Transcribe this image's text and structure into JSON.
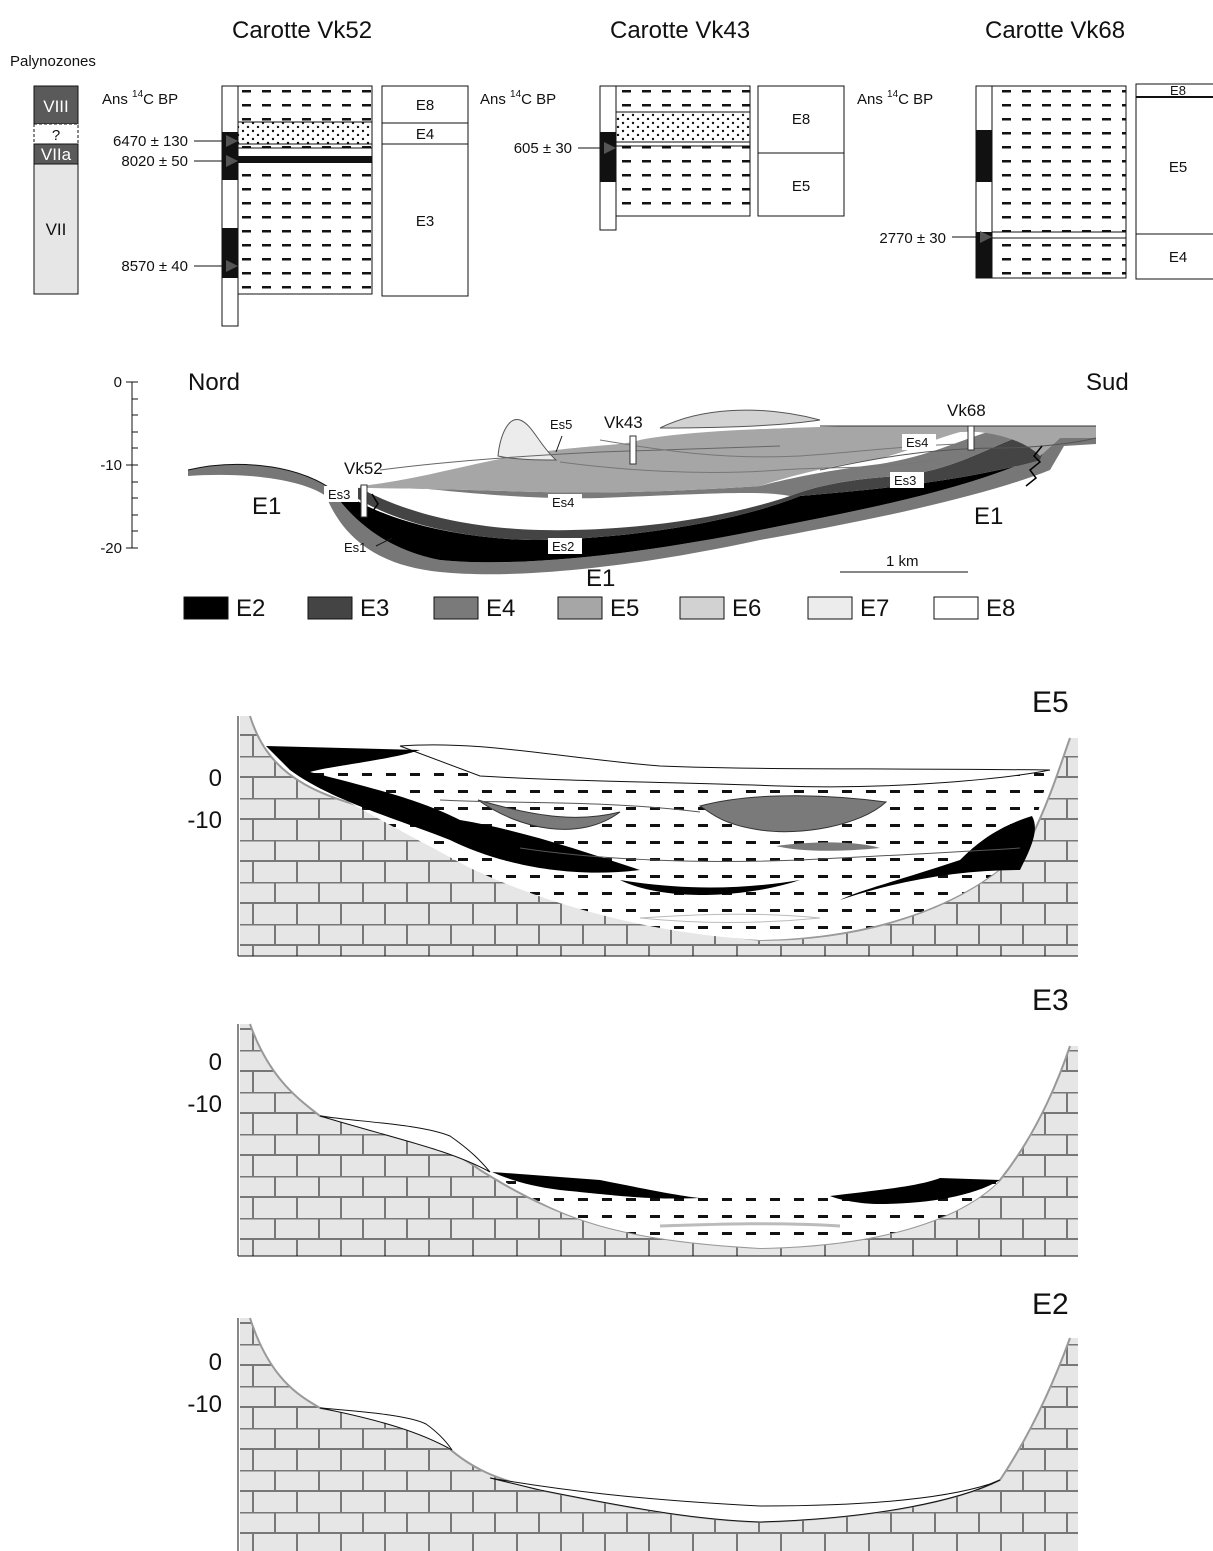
{
  "cores": {
    "title_vk52": "Carotte Vk52",
    "title_vk43": "Carotte Vk43",
    "title_vk68": "Carotte Vk68",
    "palynozones_label": "Palynozones",
    "zone_viii": "VIII",
    "zone_q": "?",
    "zone_viia": "VIIa",
    "zone_vii": "VII",
    "age_prefix": "Ans",
    "age_sup": "14",
    "age_suffix": "C BP",
    "dates_vk52": [
      "6470 ± 130",
      "8020 ± 50",
      "8570 ± 40"
    ],
    "date_vk43": "605 ± 30",
    "date_vk68": "2770 ± 30",
    "units_vk52": [
      "E8",
      "E4",
      "E3"
    ],
    "units_vk43": [
      "E8",
      "E5"
    ],
    "units_vk68": [
      "E8",
      "E5",
      "E4"
    ]
  },
  "section": {
    "depth_ticks": [
      "0",
      "-10",
      "-20"
    ],
    "north": "Nord",
    "south": "Sud",
    "core_labels": [
      "Vk52",
      "Vk43",
      "Vk68"
    ],
    "surface_labels": [
      "Es1",
      "Es2",
      "Es3",
      "Es4",
      "Es5"
    ],
    "e1": "E1",
    "scale": "1 km"
  },
  "legend": [
    {
      "label": "E2",
      "color": "#000000"
    },
    {
      "label": "E3",
      "color": "#444444"
    },
    {
      "label": "E4",
      "color": "#7a7a7a"
    },
    {
      "label": "E5",
      "color": "#a6a6a6"
    },
    {
      "label": "E6",
      "color": "#d2d2d2"
    },
    {
      "label": "E7",
      "color": "#ececec"
    },
    {
      "label": "E8",
      "color": "#ffffff"
    }
  ],
  "panels": [
    {
      "title": "E5",
      "ticks": [
        "0",
        "-10"
      ]
    },
    {
      "title": "E3",
      "ticks": [
        "0",
        "-10"
      ]
    },
    {
      "title": "E2",
      "ticks": [
        "0",
        "-10"
      ]
    }
  ]
}
